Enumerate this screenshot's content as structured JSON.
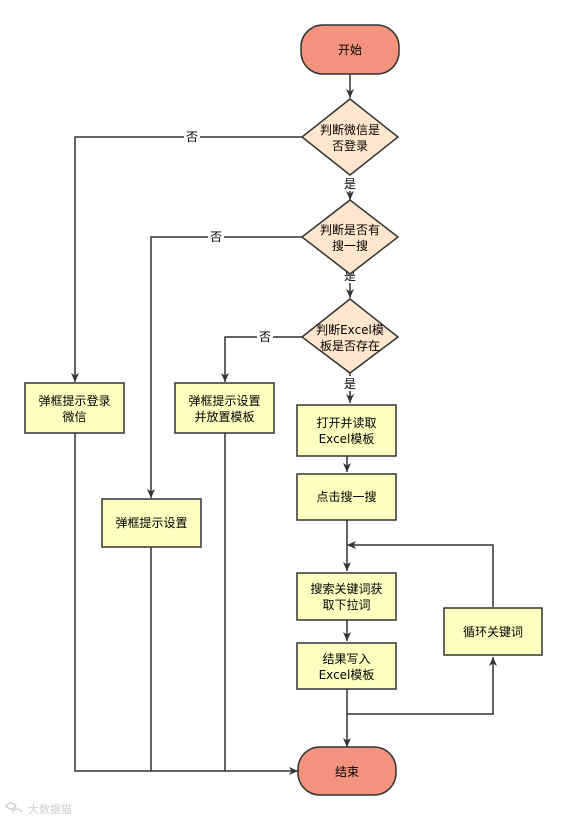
{
  "nodes": {
    "start": "开始",
    "decision_login": [
      "判断微信是",
      "否登录"
    ],
    "decision_search": [
      "判断是否有",
      "搜一搜"
    ],
    "decision_template": [
      "判断Excel模",
      "板是否存在"
    ],
    "popup_login": [
      "弹框提示登录",
      "微信"
    ],
    "popup_settings": [
      "弹框提示设置"
    ],
    "popup_template": [
      "弹框提示设置",
      "并放置模板"
    ],
    "open_excel": [
      "打开并读取",
      "Excel模板"
    ],
    "click_search": [
      "点击搜一搜"
    ],
    "search_keywords": [
      "搜索关键词获",
      "取下拉词"
    ],
    "write_results": [
      "结果写入",
      "Excel模板"
    ],
    "loop_keywords": [
      "循环关键词"
    ],
    "end": "结束"
  },
  "edge_labels": {
    "no": "否",
    "yes": "是"
  },
  "watermark": "大数据猫",
  "colors": {
    "terminal_fill": "#F3937E",
    "decision_fill": "#FFE6CC",
    "process_fill": "#FFFFC0",
    "stroke": "#333333"
  }
}
